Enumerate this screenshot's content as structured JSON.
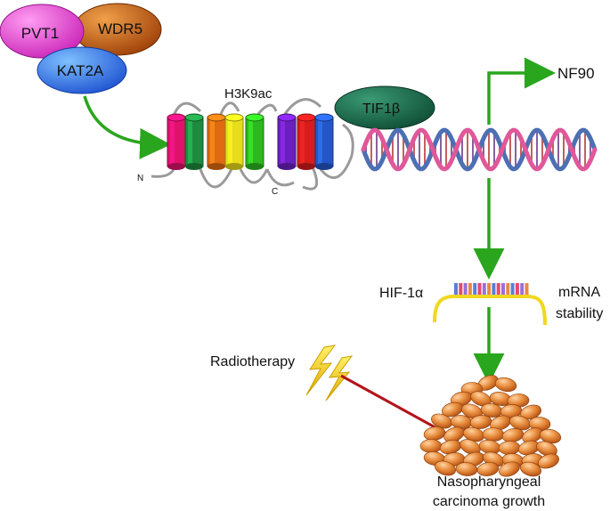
{
  "proteins": {
    "pvt1": "PVT1",
    "wdr5": "WDR5",
    "kat2a": "KAT2A",
    "tif1b": "TIF1β"
  },
  "histone": {
    "mark": "H3K9ac",
    "n_terminus": "N",
    "c_terminus": "C"
  },
  "targets": {
    "nf90": "NF90",
    "hif": "HIF-1α",
    "mrna_line1": "mRNA",
    "mrna_line2": "stability"
  },
  "treatment": {
    "radiotherapy": "Radiotherapy"
  },
  "outcome": {
    "line1": "Nasopharyngeal",
    "line2": "carcinoma growth"
  },
  "colors": {
    "activation_arrow": "#2aa61e",
    "inhibition": "#b3141b",
    "pvt1": "#e85bd5",
    "wdr5": "#cc5a12",
    "kat2a": "#2f7de8",
    "tif1b": "#1f6b4d",
    "dna_strand_a": "#e0589a",
    "dna_strand_b": "#4d6fb3",
    "tumor_cell": "#d9772e"
  },
  "helices": [
    "#e0116b",
    "#1e8a3e",
    "#e06a12",
    "#e8dd1a",
    "#2cb81e",
    "#6b1fbf",
    "#d81b1b",
    "#2456c8"
  ]
}
